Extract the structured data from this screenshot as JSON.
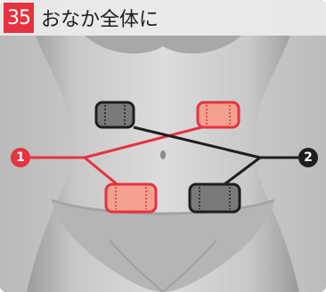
{
  "header": {
    "number": "35",
    "title": "おなか全体に"
  },
  "markers": {
    "pair1": "1",
    "pair2": "2"
  },
  "colors": {
    "accent_red": "#e5333f",
    "pad_pink": "#f3a08e",
    "pad_gray": "#7a7a7a",
    "dark": "#1e1e1e"
  },
  "icons": {
    "marker1": "circled-number-1",
    "marker2": "circled-number-2"
  }
}
